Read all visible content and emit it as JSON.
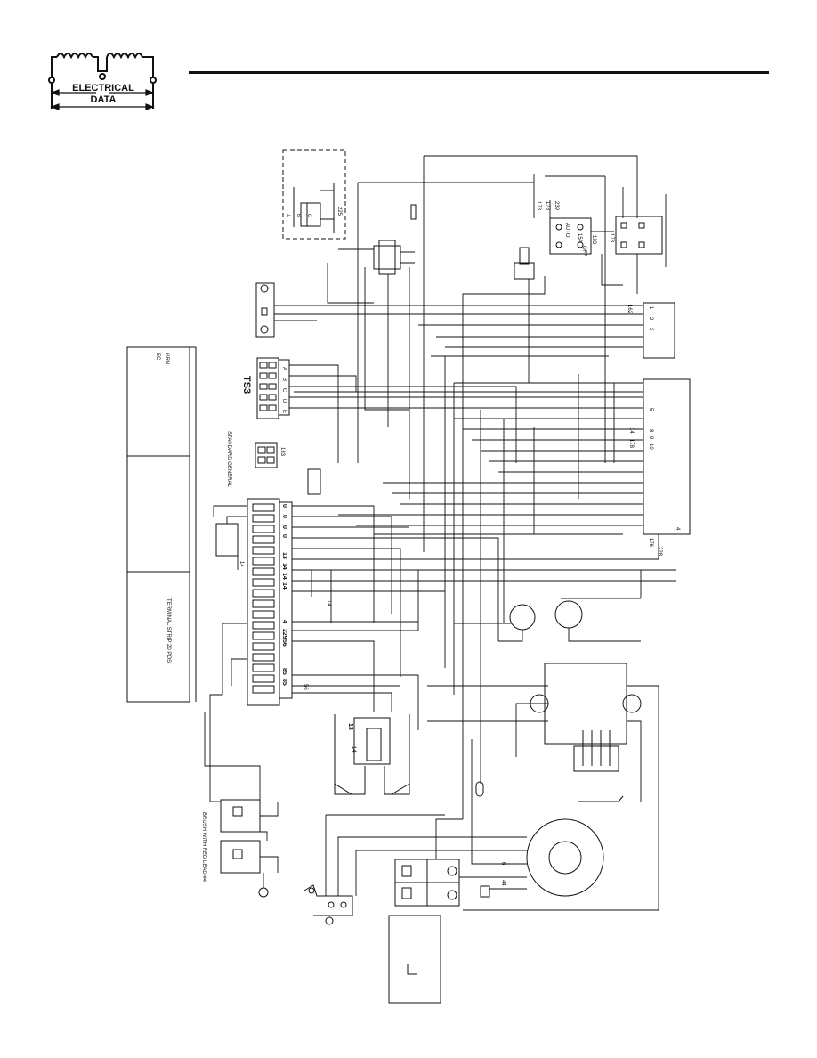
{
  "header": {
    "title_line1": "ELECTRICAL",
    "title_line2": "DATA"
  },
  "legend_box": {
    "col1_line1": "GRN",
    "col1_line2": "EC  -",
    "col3": "TERMINAL STRIP 20 POS"
  },
  "labels": {
    "ts3": "TS3",
    "standard_general": "STANDARD GENERAL",
    "brush": "BRUSH WITH RED LEAD #4",
    "relay_225": "225",
    "relay_a": "A",
    "relay_b": "B",
    "relay_c": "C",
    "ts3_pin_a": "A",
    "ts3_pin_b": "B",
    "ts3_pin_c": "C",
    "ts3_pin_d": "D",
    "ts3_pin_e": "E",
    "wire_183": "183",
    "wire_178": "178",
    "wire_239": "239",
    "wire_15a": "15A",
    "auto": "AUTO",
    "off": "OFF",
    "conn_162": "162",
    "conn_1": "1",
    "conn_2": "2",
    "conn_3": "3",
    "ecm_5": "5",
    "ecm_14": "14",
    "ecm_8": "8",
    "ecm_9": "9",
    "ecm_10": "10",
    "ecm_4": "4",
    "ecm_176": "176",
    "ecm_228": "228",
    "strip_0a": "0",
    "strip_0b": "0",
    "strip_0c": "0",
    "strip_0d": "0",
    "strip_13": "13",
    "strip_14a": "14",
    "strip_14b": "14",
    "strip_14c": "14",
    "strip_4": "4",
    "strip_229": "229",
    "strip_56a": "56",
    "strip_85a": "85",
    "strip_85b": "85",
    "strip_56b": "56",
    "mid_14": "14",
    "plug_13": "13",
    "plug_14": "14",
    "rot_6": "6",
    "rot_44": "44",
    "small_14": "14"
  }
}
